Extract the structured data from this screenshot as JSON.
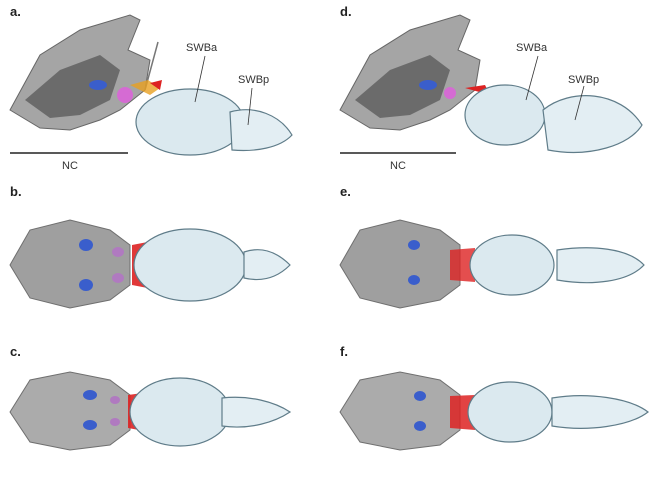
{
  "figure": {
    "panels": [
      {
        "id": "a",
        "label": "a.",
        "view": "lateral",
        "annotations": {
          "anterior": "SWBa",
          "posterior": "SWBp",
          "scale": "NC"
        }
      },
      {
        "id": "b",
        "label": "b.",
        "view": "dorsal"
      },
      {
        "id": "c",
        "label": "c.",
        "view": "ventral"
      },
      {
        "id": "d",
        "label": "d.",
        "view": "lateral",
        "annotations": {
          "anterior": "SWBa",
          "posterior": "SWBp",
          "scale": "NC"
        }
      },
      {
        "id": "e",
        "label": "e.",
        "view": "dorsal"
      },
      {
        "id": "f",
        "label": "f.",
        "view": "ventral"
      }
    ],
    "colors": {
      "bladder": "#dbe9ef",
      "bladder_edge": "#5f7c89",
      "skull": "#4a4a4a",
      "ear_blue": "#3a5ecc",
      "ear_pink": "#d56bd3",
      "red": "#dd2222"
    }
  }
}
